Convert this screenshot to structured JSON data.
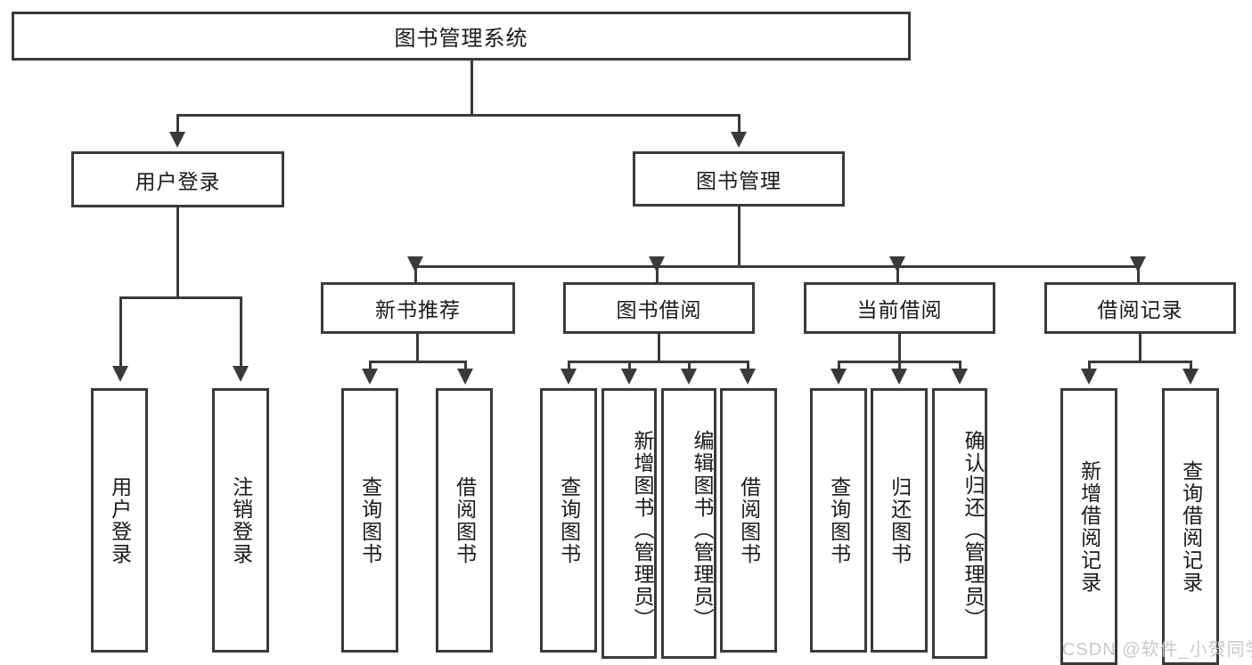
{
  "diagram": {
    "title": "图书管理系统",
    "watermark": "CSDN @软件_小贺同学",
    "nodes": {
      "root": "图书管理系统",
      "user_login": "用户登录",
      "book_manage": "图书管理",
      "new_book_rec": "新书推荐",
      "book_borrow": "图书借阅",
      "current_borrow": "当前借阅",
      "borrow_record": "借阅记录",
      "leaf_user_login": "用户登录",
      "leaf_logout_login": "注销登录",
      "leaf_query_book_1": "查询图书",
      "leaf_borrow_book_1": "借阅图书",
      "leaf_query_book_2": "查询图书",
      "leaf_add_book_admin": "新增图书（管理员）",
      "leaf_edit_book_admin": "编辑图书（管理员）",
      "leaf_borrow_book_2": "借阅图书",
      "leaf_query_book_3": "查询图书",
      "leaf_return_book": "归还图书",
      "leaf_confirm_return_admin": "确认归还（管理员）",
      "leaf_add_borrow_record": "新增借阅记录",
      "leaf_query_borrow_record": "查询借阅记录"
    },
    "colors": {
      "stroke": "#3a3a3a",
      "fill": "#ffffff",
      "text": "#1a1a1a",
      "watermark": "#c9c9c9"
    }
  }
}
